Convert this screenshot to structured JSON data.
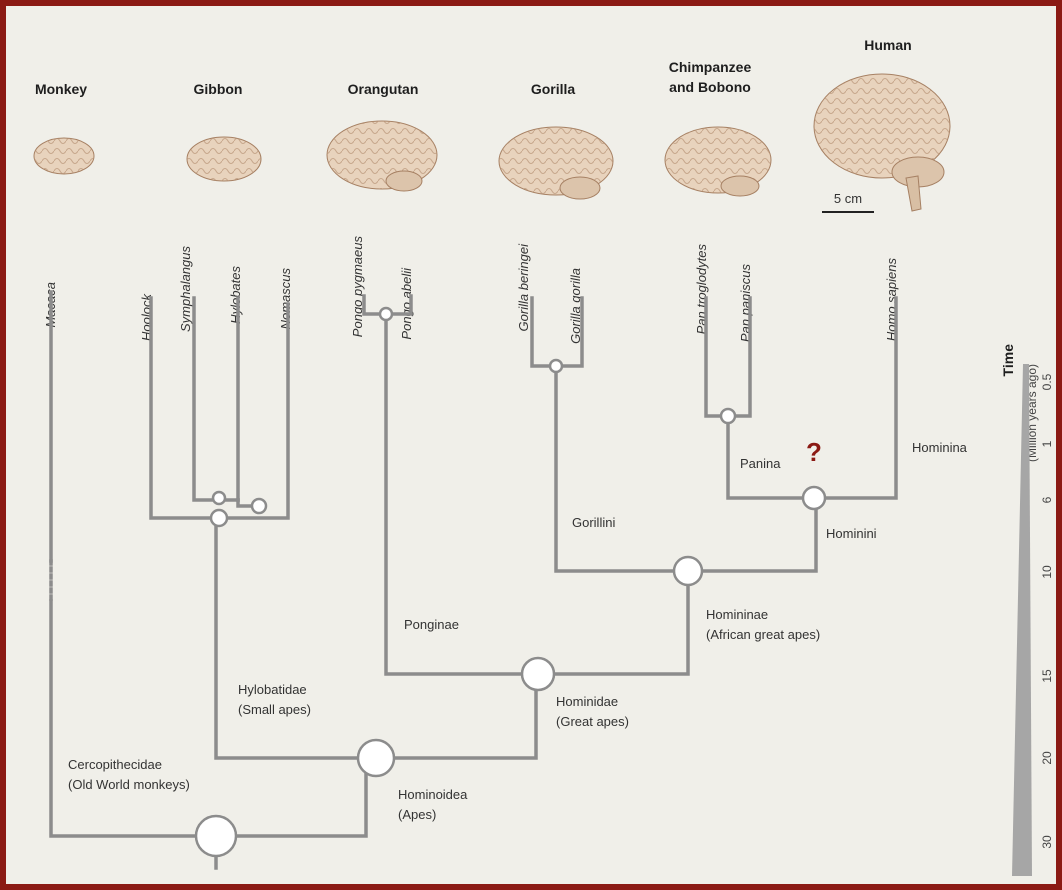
{
  "groups": {
    "monkey": "Monkey",
    "gibbon": "Gibbon",
    "orangutan": "Orangutan",
    "gorilla": "Gorilla",
    "chimp_line1": "Chimpanzee",
    "chimp_line2": "and Bobono",
    "human": "Human"
  },
  "scale_bar": "5 cm",
  "species": {
    "macaca": "Macaca",
    "hoolock": "Hoolock",
    "symphalangus": "Symphalangus",
    "hylobates": "Hylobates",
    "nomascus": "Nomascus",
    "pongo_pygmaeus": "Pongo pygmaeus",
    "pongo_abelii": "Pongo abelii",
    "gorilla_beringei": "Gorilla beringei",
    "gorilla_gorilla": "Gorilla gorilla",
    "pan_troglodytes": "Pan troglodytes",
    "pan_paniscus": "Pan paniscus",
    "homo_sapiens": "Homo sapiens"
  },
  "clades": {
    "hominina": "Hominina",
    "panina": "Panina",
    "hominini": "Hominini",
    "gorillini": "Gorillini",
    "homininae_1": "Homininae",
    "homininae_2": "(African great apes)",
    "ponginae": "Ponginae",
    "hominidae_1": "Hominidae",
    "hominidae_2": "(Great apes)",
    "hylobatidae_1": "Hylobatidae",
    "hylobatidae_2": "(Small apes)",
    "cercopithecidae_1": "Cercopithecidae",
    "cercopithecidae_2": "(Old World monkeys)",
    "hominoidea_1": "Hominoidea",
    "hominoidea_2": "(Apes)"
  },
  "question_mark": "?",
  "time_axis": {
    "title": "Time",
    "unit": "(Million years ago)",
    "ticks": [
      "0.5",
      "1",
      "6",
      "10",
      "15",
      "20",
      "30"
    ]
  },
  "colors": {
    "frame": "#8b1a14",
    "background": "#f0efe9",
    "branch": "#8c8c8c",
    "question": "#8b1a14",
    "brain": "#e8d3bd"
  }
}
